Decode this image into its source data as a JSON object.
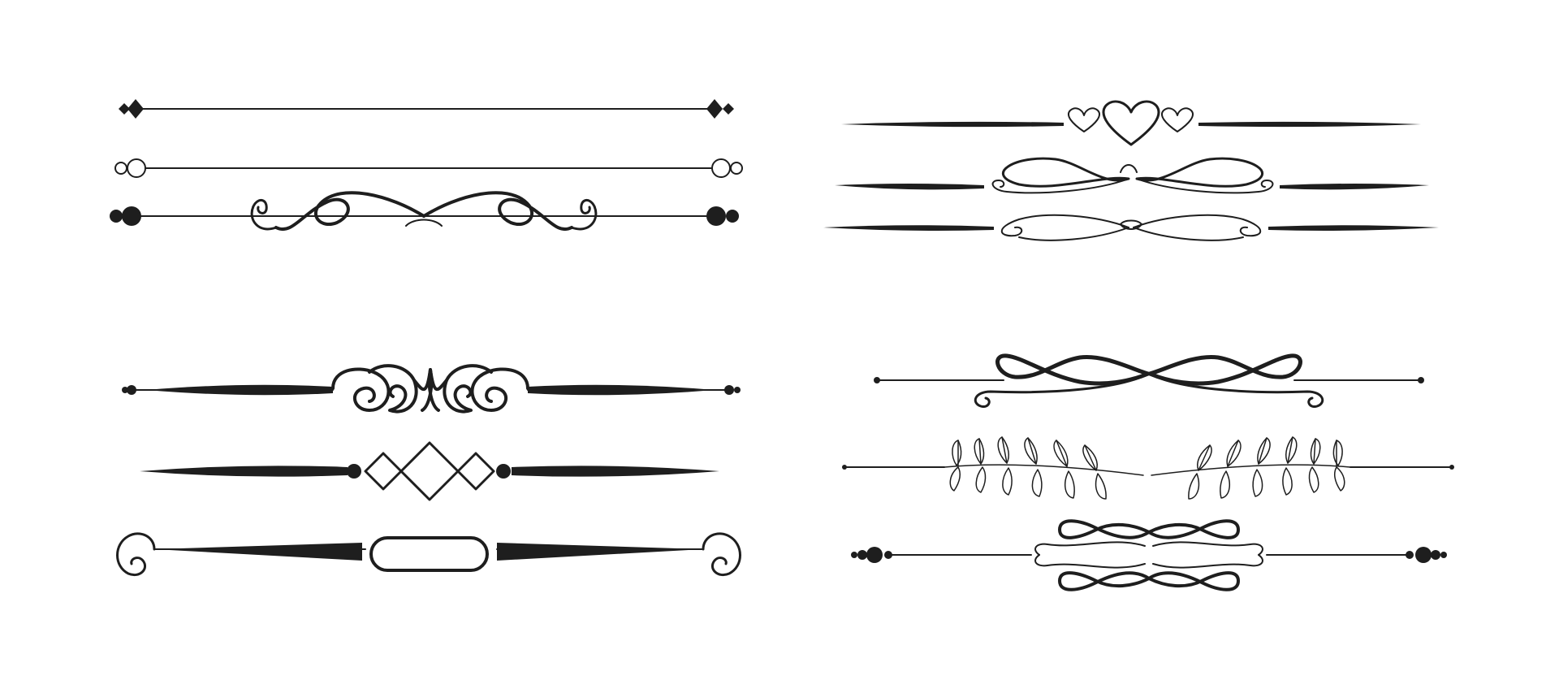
{
  "canvas": {
    "background": "#ffffff",
    "ink": "#1e1e1e"
  },
  "dividers": [
    {
      "icon": "diamond-line-divider"
    },
    {
      "icon": "circle-outline-line-divider"
    },
    {
      "icon": "dot-swirl-divider"
    },
    {
      "icon": "heart-divider"
    },
    {
      "icon": "infinity-scroll-divider"
    },
    {
      "icon": "thin-scroll-divider"
    },
    {
      "icon": "spiral-flourish-divider"
    },
    {
      "icon": "three-diamond-divider"
    },
    {
      "icon": "oval-plaque-divider"
    },
    {
      "icon": "infinity-loop-divider"
    },
    {
      "icon": "laurel-branch-divider"
    },
    {
      "icon": "double-infinity-divider"
    }
  ]
}
